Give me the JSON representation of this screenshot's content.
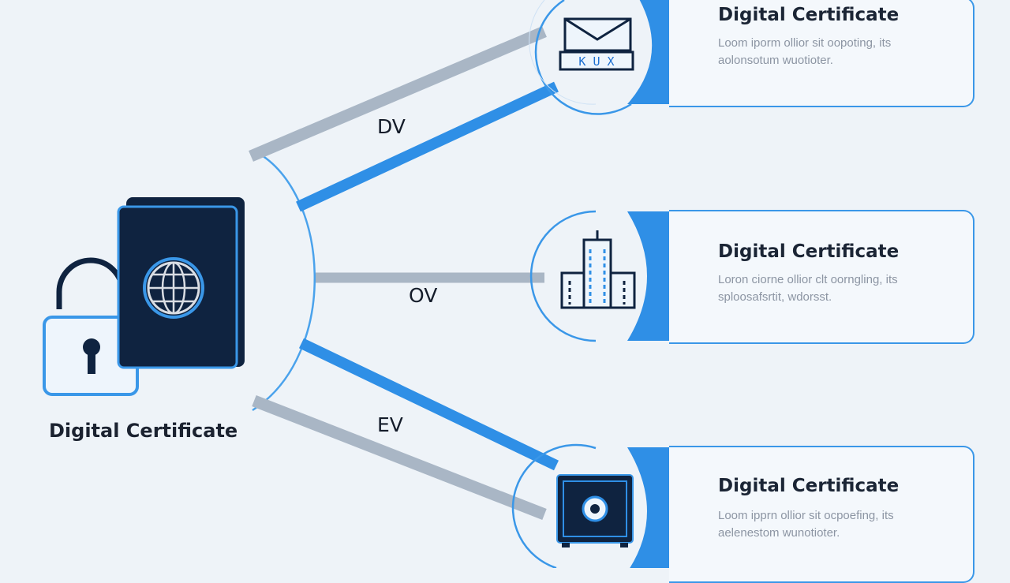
{
  "main": {
    "title": "Digital Certificate"
  },
  "connectors": [
    {
      "label": "DV"
    },
    {
      "label": "OV"
    },
    {
      "label": "EV"
    }
  ],
  "icons": {
    "padlock": "padlock-icon",
    "passport": "passport-icon",
    "globe": "globe-icon",
    "email": "email-icon",
    "building": "building-icon",
    "vault": "vault-icon"
  },
  "cards": [
    {
      "title": "Digital Certificate",
      "description": "Loom iporm ollior sit oopoting, its aolonsotum wuotioter."
    },
    {
      "title": "Digital Certificate",
      "description": "Loron ciorne ollior clt oorngling, its sploosafsrtit, wdorsst."
    },
    {
      "title": "Digital Certificate",
      "description": "Loom ipprn ollior sit ocpoefing, its aelenestom wunotioter."
    }
  ],
  "colors": {
    "background": "#eef3f8",
    "accent": "#3a97e8",
    "navy": "#0f2340",
    "gray_line": "#a9b6c5",
    "text_dark": "#1b2230",
    "text_muted": "#8c95a3"
  }
}
